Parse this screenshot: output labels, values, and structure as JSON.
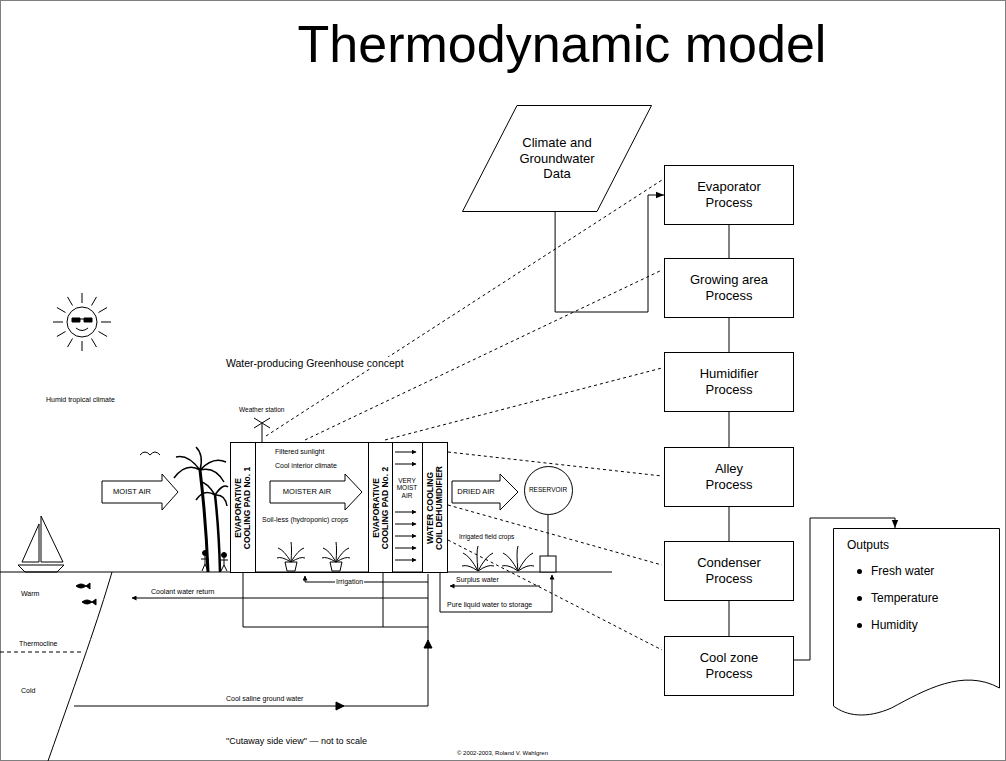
{
  "diagram": {
    "title": "Thermodynamic model",
    "nodes": [
      {
        "text": [
          "Climate and Groundwater Data"
        ]
      },
      {
        "text": [
          "Evaporator Process"
        ]
      },
      {
        "text": [
          "Growing area Process"
        ]
      },
      {
        "text": [
          "Humidifier Process"
        ]
      },
      {
        "text": [
          "Alley Process"
        ]
      },
      {
        "text": [
          "Condenser Process"
        ]
      },
      {
        "text": [
          "Cool zone Process"
        ]
      },
      {
        "text": [
          "Outputs",
          "Fresh water",
          "Temperature",
          "Humidity"
        ]
      },
      {
        "text": [
          "Filtered sunlight",
          "Cool interior climate",
          "Soil-less (hydroponic) crops"
        ]
      },
      {
        "text": [
          "EVAPORATIVE COOLING PAD No. 1"
        ],
        "in": 8
      },
      {
        "text": [
          "EVAPORATIVE COOLING PAD No. 2"
        ],
        "in": 8
      },
      {
        "text": [
          "WATER COOLING COIL DEHUMIDIFIER"
        ],
        "in": 8
      },
      {
        "text": [
          "RESERVOIR"
        ]
      }
    ],
    "edges": [
      {
        "from": 0,
        "to": 1,
        "arrow": "to"
      },
      {
        "from": 1,
        "to": 2,
        "arrow": "none"
      },
      {
        "from": 2,
        "to": 3,
        "arrow": "none"
      },
      {
        "from": 3,
        "to": 4,
        "arrow": "none"
      },
      {
        "from": 4,
        "to": 5,
        "arrow": "none"
      },
      {
        "from": 5,
        "to": 6,
        "arrow": "none"
      },
      {
        "from": 6,
        "to": 7,
        "arrow": "to"
      }
    ],
    "labels": [
      "Water-producing Greenhouse concept",
      "Humid tropical climate",
      "Weather station",
      "MOIST AIR",
      "MOISTER AIR",
      "VERY MOIST AIR",
      "DRIED AIR",
      "Irrigated field crops",
      "Irrigation",
      "Surplus water",
      "Coolant water return",
      "Pure liquid water to storage",
      "Warm",
      "Thermocline",
      "Cold",
      "Cool saline ground water",
      "\"Cutaway side view\" — not to scale",
      "© 2002-2003, Roland V. Wahlgren"
    ]
  }
}
